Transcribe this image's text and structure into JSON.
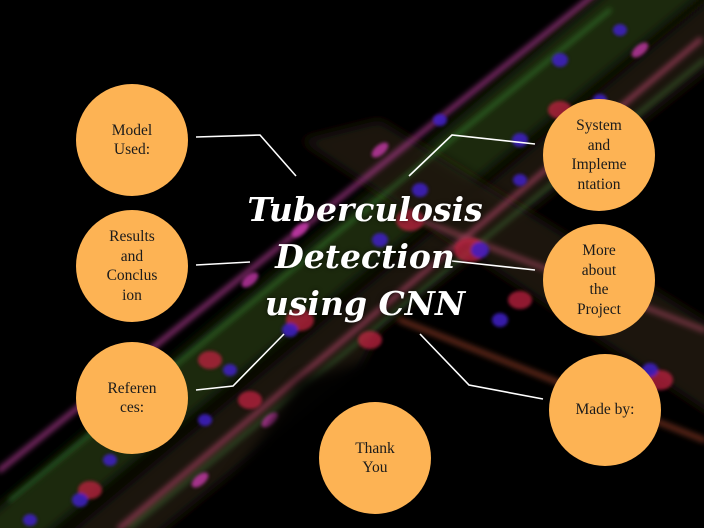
{
  "title": {
    "line1": "Tuberculosis",
    "line2": "Detection",
    "line3": "using CNN"
  },
  "colors": {
    "node_fill": "#FDB354",
    "background": "#000000",
    "connector": "#FFFFFF",
    "title_text": "#FFFFFF",
    "node_text": "#1B1B1B"
  },
  "nodes": [
    {
      "id": "model-used",
      "label": "Model\nUsed:"
    },
    {
      "id": "results-conclusion",
      "label": "Results\nand\nConclus\nion"
    },
    {
      "id": "references",
      "label": "Referen\nces:"
    },
    {
      "id": "system-implementation",
      "label": "System\nand\nImpleme\nntation"
    },
    {
      "id": "more-about-project",
      "label": "More\nabout\nthe\nProject"
    },
    {
      "id": "made-by",
      "label": "Made by:"
    },
    {
      "id": "thank-you",
      "label": "Thank\nYou"
    }
  ]
}
